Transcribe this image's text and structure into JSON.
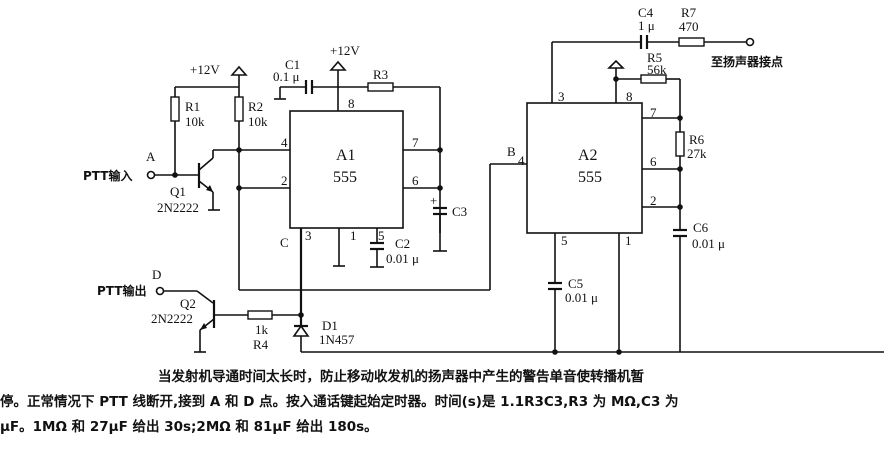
{
  "diagram": {
    "title": "PTT timer circuit (two 555 timers)",
    "supply": "+12V",
    "components": {
      "A1": {
        "name": "A1",
        "type": "555"
      },
      "A2": {
        "name": "A2",
        "type": "555"
      },
      "R1": {
        "name": "R1",
        "value": "10k"
      },
      "R2": {
        "name": "R2",
        "value": "10k"
      },
      "R3": {
        "name": "R3",
        "value": ""
      },
      "R4": {
        "name": "R4",
        "value": "1k"
      },
      "R5": {
        "name": "R5",
        "value": "56k"
      },
      "R6": {
        "name": "R6",
        "value": "27k"
      },
      "R7": {
        "name": "R7",
        "value": "470"
      },
      "C1": {
        "name": "C1",
        "value": "0.1 μ"
      },
      "C2": {
        "name": "C2",
        "value": "0.01 μ"
      },
      "C3": {
        "name": "C3",
        "value": ""
      },
      "C4": {
        "name": "C4",
        "value": "1 μ"
      },
      "C5": {
        "name": "C5",
        "value": "0.01 μ"
      },
      "C6": {
        "name": "C6",
        "value": "0.01 μ"
      },
      "Q1": {
        "name": "Q1",
        "value": "2N2222"
      },
      "Q2": {
        "name": "Q2",
        "value": "2N2222"
      },
      "D1": {
        "name": "D1",
        "value": "1N457"
      }
    },
    "pins": {
      "a1": {
        "p8": "8",
        "p4": "4",
        "p2": "2",
        "p7": "7",
        "p6": "6",
        "p3": "3",
        "p1": "1",
        "p5": "5"
      },
      "a2": {
        "p3": "3",
        "p8": "8",
        "p7": "7",
        "p4": "4",
        "p6": "6",
        "p2": "2",
        "p5": "5",
        "p1": "1"
      }
    },
    "nodes": {
      "A": "A",
      "B": "B",
      "C": "C",
      "D": "D",
      "plus_sign": "+"
    },
    "terminals": {
      "ptt_input": "PTT输入",
      "ptt_output": "PTT输出",
      "speaker": "至扬声器接点"
    }
  },
  "caption": {
    "line1": "当发射机导通时间太长时，防止移动收发机的扬声器中产生的警告单音使转播机暂",
    "line2": "停。正常情况下 PTT 线断开,接到 A 和 D 点。按入通话键起始定时器。时间(s)是 1.1R3C3,R3 为 MΩ,C3 为",
    "line3": "μF。1MΩ 和 27μF 给出 30s;2MΩ 和 81μF 给出 180s。"
  }
}
